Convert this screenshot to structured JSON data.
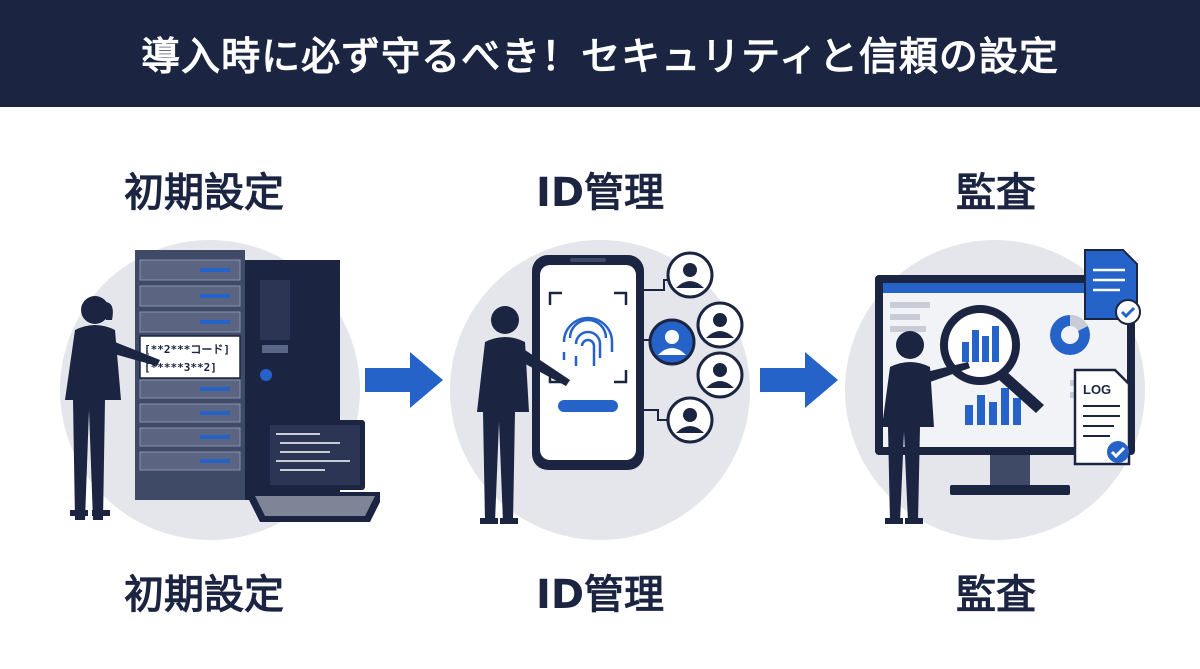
{
  "header": {
    "title": "導入時に必ず守るべき！セキュリティと信頼の設定"
  },
  "steps": [
    {
      "label_top": "初期設定",
      "label_bottom": "初期設定",
      "code_line_1": "[**2***コード]",
      "code_line_2": "[*****3**2]"
    },
    {
      "label_top": "ID管理",
      "label_bottom": "ID管理"
    },
    {
      "label_top": "監査",
      "label_bottom": "監査",
      "log_label": "LOG"
    }
  ],
  "colors": {
    "navy": "#1b2542",
    "accent_blue": "#2563c9",
    "circle_gray": "#e4e6ec",
    "white": "#ffffff"
  }
}
